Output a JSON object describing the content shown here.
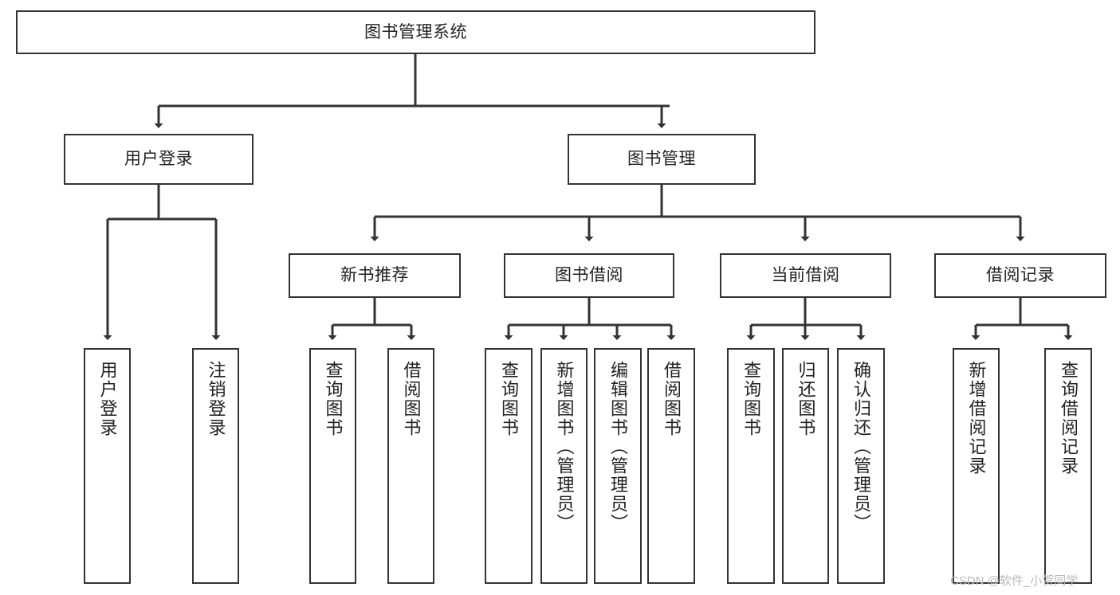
{
  "diagram": {
    "title": "图书管理系统",
    "type": "tree-hierarchy",
    "root": {
      "id": "root",
      "label": "图书管理系统"
    },
    "level2": [
      {
        "id": "user-login",
        "label": "用户登录"
      },
      {
        "id": "book-management",
        "label": "图书管理"
      }
    ],
    "level3": [
      {
        "id": "new-book-recommend",
        "label": "新书推荐",
        "parent": "book-management"
      },
      {
        "id": "book-borrow",
        "label": "图书借阅",
        "parent": "book-management"
      },
      {
        "id": "current-borrow",
        "label": "当前借阅",
        "parent": "book-management"
      },
      {
        "id": "borrow-record",
        "label": "借阅记录",
        "parent": "book-management"
      }
    ],
    "leaves": {
      "user_login": [
        {
          "id": "leaf-user-login",
          "label": "用户登录"
        },
        {
          "id": "leaf-user-logout",
          "label": "注销登录"
        }
      ],
      "new_book_recommend": [
        {
          "id": "leaf-query-book-1",
          "label": "查询图书"
        },
        {
          "id": "leaf-borrow-book-1",
          "label": "借阅图书"
        }
      ],
      "book_borrow": [
        {
          "id": "leaf-query-book-2",
          "label": "查询图书"
        },
        {
          "id": "leaf-add-book",
          "label": "新增图书（管理员）"
        },
        {
          "id": "leaf-edit-book",
          "label": "编辑图书（管理员）"
        },
        {
          "id": "leaf-borrow-book-2",
          "label": "借阅图书"
        }
      ],
      "current_borrow": [
        {
          "id": "leaf-query-book-3",
          "label": "查询图书"
        },
        {
          "id": "leaf-return-book",
          "label": "归还图书"
        },
        {
          "id": "leaf-confirm-return",
          "label": "确认归还（管理员）"
        }
      ],
      "borrow_record": [
        {
          "id": "leaf-add-record",
          "label": "新增借阅记录"
        },
        {
          "id": "leaf-query-record",
          "label": "查询借阅记录"
        }
      ]
    }
  },
  "watermark": {
    "text": "CSDN @软件_小贺同学"
  },
  "colors": {
    "stroke": "#333333",
    "background": "#ffffff",
    "text": "#222222",
    "watermark": "#b9b9b9"
  }
}
